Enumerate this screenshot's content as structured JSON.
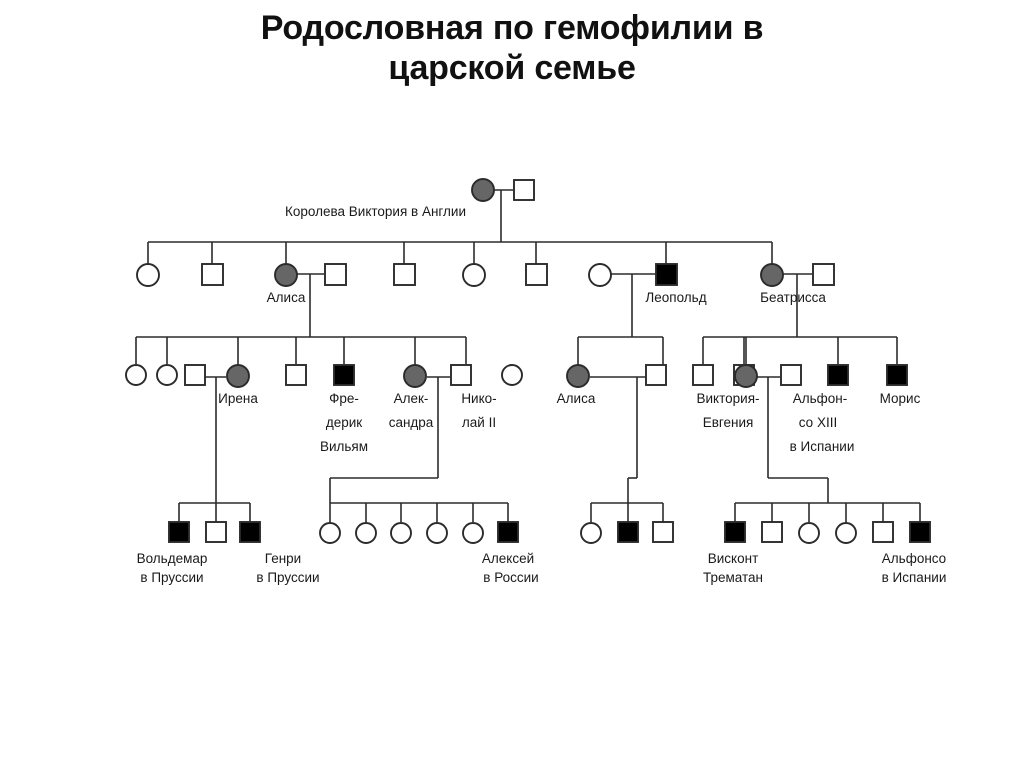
{
  "title": {
    "line1": "Родословная по гемофилии в",
    "line2": "царской семье"
  },
  "colors": {
    "empty": "#ffffff",
    "carrier": "#666666",
    "affected": "#000000",
    "stroke": "#2b2b2b",
    "text": "#1a1a1a"
  },
  "legend_meaning": {
    "empty_circle": "unaffected female",
    "empty_square": "unaffected male",
    "gray_circle": "carrier female",
    "black_square": "affected male (hemophilia)"
  },
  "labels": {
    "queen_victoria": "Королева Виктория в Англии",
    "alisa_gen2": "Алиса",
    "leopold": "Леопольд",
    "beatrissa": "Беатрисса",
    "irena": "Ирена",
    "frederik_1": "Фре-",
    "frederik_2": "дерик",
    "frederik_3": "Вильям",
    "aleksandra_1": "Алек-",
    "aleksandra_2": "сандра",
    "nikolay_1": "Нико-",
    "nikolay_2": "лай II",
    "alisa_gen3": "Алиса",
    "viktoria_1": "Виктория-",
    "viktoria_2": "Евгения",
    "alfonso13_1": "Альфон-",
    "alfonso13_2": "со XIII",
    "alfonso13_3": "в Испании",
    "moris": "Морис",
    "voldemar_1": "Вольдемар",
    "voldemar_2": "в Пруссии",
    "genri_1": "Генри",
    "genri_2": "в Пруссии",
    "aleksey_1": "Алексей",
    "aleksey_2": "в России",
    "viskont_1": "Висконт",
    "viskont_2": "Трематан",
    "alfonso_1": "Альфонсо",
    "alfonso_2": "в Испании"
  },
  "chart_data": {
    "type": "pedigree",
    "title": "Родословная по гемофилии в царской семье",
    "generations": [
      {
        "id": "I",
        "members": [
          {
            "name": "Королева Виктория в Англии",
            "sex": "female",
            "status": "carrier"
          },
          {
            "name": "",
            "sex": "male",
            "status": "unaffected"
          }
        ]
      },
      {
        "id": "II",
        "members": [
          {
            "name": "",
            "sex": "female",
            "status": "unaffected"
          },
          {
            "name": "",
            "sex": "male",
            "status": "unaffected"
          },
          {
            "name": "Алиса",
            "sex": "female",
            "status": "carrier"
          },
          {
            "name": "",
            "sex": "male",
            "status": "unaffected",
            "role": "spouse"
          },
          {
            "name": "",
            "sex": "male",
            "status": "unaffected"
          },
          {
            "name": "",
            "sex": "female",
            "status": "unaffected"
          },
          {
            "name": "",
            "sex": "male",
            "status": "unaffected"
          },
          {
            "name": "",
            "sex": "female",
            "status": "unaffected",
            "role": "spouse"
          },
          {
            "name": "Леопольд",
            "sex": "male",
            "status": "affected"
          },
          {
            "name": "Беатрисса",
            "sex": "female",
            "status": "carrier"
          },
          {
            "name": "",
            "sex": "male",
            "status": "unaffected",
            "role": "spouse"
          }
        ]
      },
      {
        "id": "III",
        "members": [
          {
            "name": "",
            "sex": "female",
            "status": "unaffected"
          },
          {
            "name": "",
            "sex": "female",
            "status": "unaffected"
          },
          {
            "name": "",
            "sex": "male",
            "status": "unaffected",
            "role": "spouse"
          },
          {
            "name": "Ирена",
            "sex": "female",
            "status": "carrier"
          },
          {
            "name": "",
            "sex": "male",
            "status": "unaffected"
          },
          {
            "name": "Фредерик Вильям",
            "sex": "male",
            "status": "affected"
          },
          {
            "name": "Александра",
            "sex": "female",
            "status": "carrier"
          },
          {
            "name": "Николай II",
            "sex": "male",
            "status": "unaffected",
            "role": "spouse"
          },
          {
            "name": "",
            "sex": "female",
            "status": "unaffected"
          },
          {
            "name": "Алиса",
            "sex": "female",
            "status": "carrier"
          },
          {
            "name": "",
            "sex": "male",
            "status": "unaffected",
            "role": "spouse"
          },
          {
            "name": "",
            "sex": "male",
            "status": "unaffected"
          },
          {
            "name": "",
            "sex": "male",
            "status": "unaffected"
          },
          {
            "name": "Виктория-Евгения",
            "sex": "female",
            "status": "carrier"
          },
          {
            "name": "Альфонсо XIII в Испании",
            "sex": "male",
            "status": "unaffected",
            "role": "spouse"
          },
          {
            "name": "",
            "sex": "male",
            "status": "affected"
          },
          {
            "name": "Морис",
            "sex": "male",
            "status": "affected"
          }
        ]
      },
      {
        "id": "IV",
        "members": [
          {
            "name": "Вольдемар в Пруссии",
            "sex": "male",
            "status": "affected",
            "parents": "Ирена"
          },
          {
            "name": "",
            "sex": "male",
            "status": "unaffected",
            "parents": "Ирена"
          },
          {
            "name": "Генри в Пруссии",
            "sex": "male",
            "status": "affected",
            "parents": "Ирена"
          },
          {
            "name": "",
            "sex": "female",
            "status": "unaffected",
            "parents": "Александра"
          },
          {
            "name": "",
            "sex": "female",
            "status": "unaffected",
            "parents": "Александра"
          },
          {
            "name": "",
            "sex": "female",
            "status": "unaffected",
            "parents": "Александра"
          },
          {
            "name": "",
            "sex": "female",
            "status": "unaffected",
            "parents": "Александра"
          },
          {
            "name": "",
            "sex": "female",
            "status": "unaffected",
            "parents": "Александра"
          },
          {
            "name": "Алексей в России",
            "sex": "male",
            "status": "affected",
            "parents": "Александра"
          },
          {
            "name": "",
            "sex": "female",
            "status": "unaffected",
            "parents": "Алиса"
          },
          {
            "name": "",
            "sex": "male",
            "status": "affected",
            "parents": "Алиса"
          },
          {
            "name": "",
            "sex": "male",
            "status": "unaffected",
            "parents": "Алиса"
          },
          {
            "name": "Висконт Трематан",
            "sex": "male",
            "status": "affected",
            "parents": "Виктория-Евгения"
          },
          {
            "name": "",
            "sex": "male",
            "status": "unaffected",
            "parents": "Виктория-Евгения"
          },
          {
            "name": "",
            "sex": "female",
            "status": "unaffected",
            "parents": "Виктория-Евгения"
          },
          {
            "name": "",
            "sex": "female",
            "status": "unaffected",
            "parents": "Виктория-Евгения"
          },
          {
            "name": "",
            "sex": "male",
            "status": "unaffected",
            "parents": "Виктория-Евгения"
          },
          {
            "name": "Альфонсо в Испании",
            "sex": "male",
            "status": "affected",
            "parents": "Виктория-Евгения"
          }
        ]
      }
    ]
  }
}
